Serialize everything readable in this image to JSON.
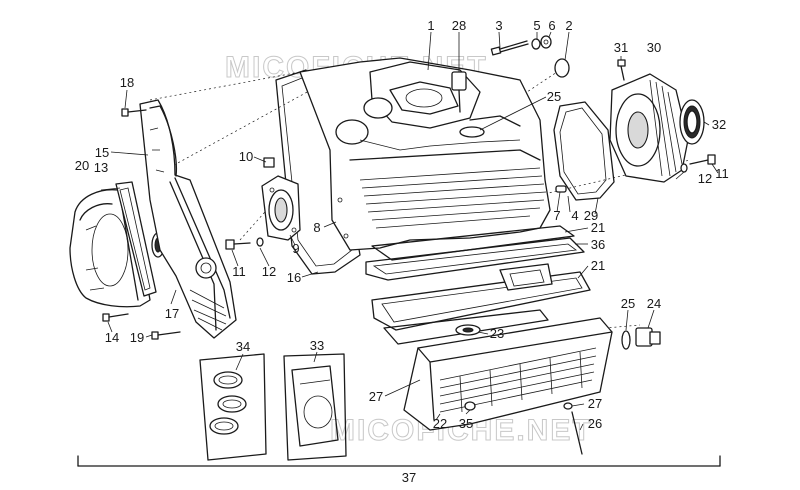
{
  "watermark": "MICOFICHE.NET",
  "part_labels": [
    "1",
    "28",
    "3",
    "5",
    "6",
    "2",
    "31",
    "30",
    "18",
    "15",
    "20",
    "13",
    "25",
    "32",
    "10",
    "12",
    "11",
    "7",
    "4",
    "29",
    "9",
    "8",
    "21",
    "36",
    "16",
    "11",
    "12",
    "21",
    "17",
    "14",
    "19",
    "25",
    "24",
    "23",
    "34",
    "33",
    "27",
    "27",
    "22",
    "35",
    "26",
    "37"
  ]
}
